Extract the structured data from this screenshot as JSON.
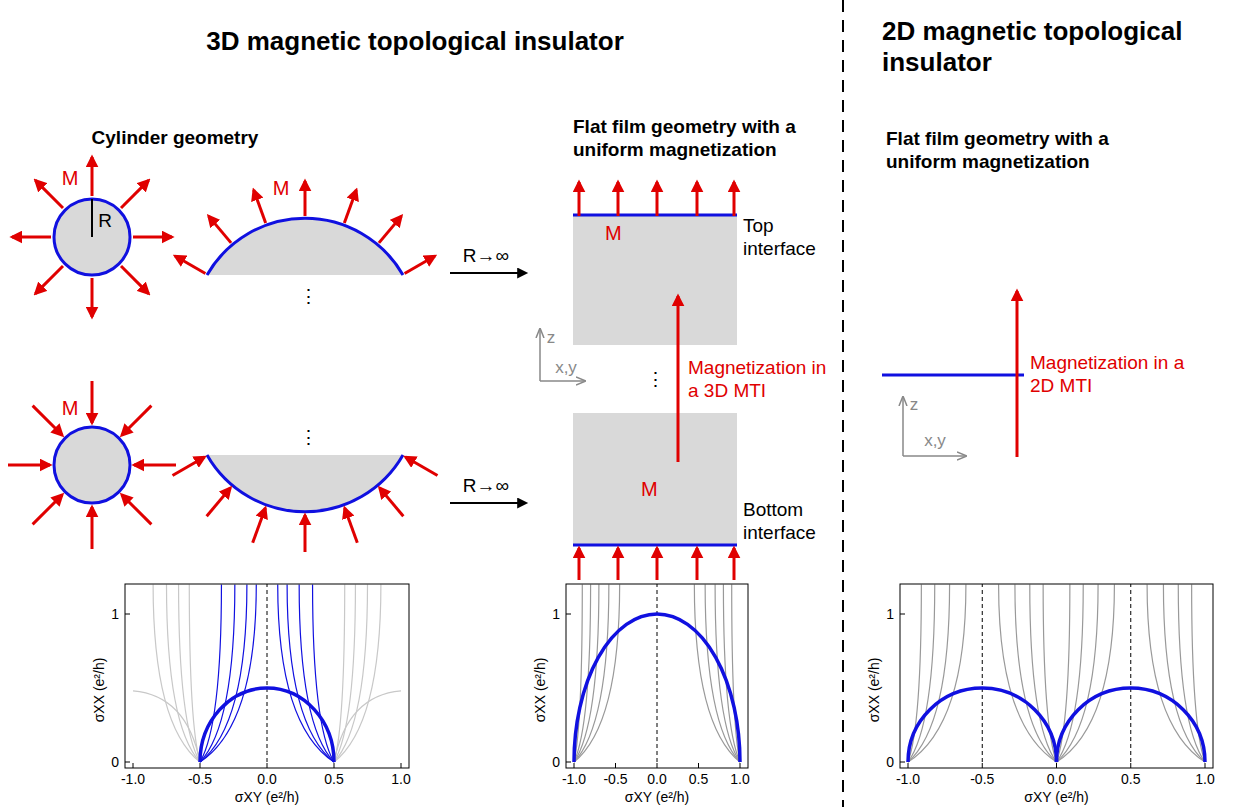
{
  "diagram": {
    "nodes": [
      {
        "text": [
          "M"
        ]
      },
      {
        "text": [
          "M"
        ]
      }
    ],
    "labels": [
      "3D magnetic topological insulator",
      "2D magnetic topological insulator",
      "Cylinder geometry",
      "Flat film geometry with a uniform magnetization",
      "Flat film geometry with a uniform magnetization",
      "M",
      "M",
      "R",
      "⋮",
      "R→∞",
      "Top interface",
      "z",
      "x,y",
      "⋮",
      "Magnetization in a 3D MTI",
      "M",
      "⋮",
      "R→∞",
      "Bottom interface",
      "Magnetization in a 2D MTI",
      "z",
      "x,y",
      "1",
      "0",
      "σXX (e²/h)",
      "-1.0",
      "-0.5",
      "0.0",
      "0.5",
      "1.0",
      "σXY (e²/h)",
      "1",
      "0",
      "σXX (e²/h)",
      "-1.0",
      "-0.5",
      "0.0",
      "0.5",
      "1.0",
      "σXY (e²/h)",
      "1",
      "0",
      "σXX (e²/h)",
      "-1.0",
      "-0.5",
      "0.0",
      "0.5",
      "1.0",
      "σXY (e²/h)"
    ]
  }
}
